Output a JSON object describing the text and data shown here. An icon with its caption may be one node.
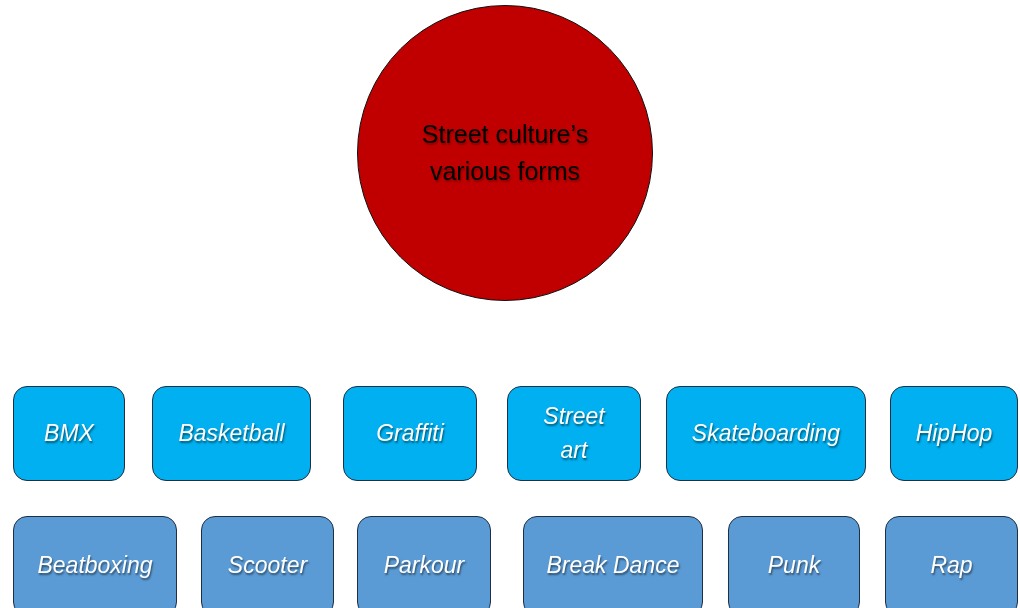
{
  "diagram": {
    "nodes": [
      {
        "text": [
          "Street culture’s various forms"
        ]
      },
      {
        "text": [
          "BMX"
        ]
      },
      {
        "text": [
          "Basketball"
        ]
      },
      {
        "text": [
          "Graffiti"
        ]
      },
      {
        "text": [
          "Street art"
        ]
      },
      {
        "text": [
          "Skateboarding"
        ]
      },
      {
        "text": [
          "HipHop"
        ]
      },
      {
        "text": [
          "Beatboxing"
        ]
      },
      {
        "text": [
          "Scooter"
        ]
      },
      {
        "text": [
          "Parkour"
        ]
      },
      {
        "text": [
          "Break Dance"
        ]
      },
      {
        "text": [
          "Punk"
        ]
      },
      {
        "text": [
          "Rap"
        ]
      }
    ]
  }
}
